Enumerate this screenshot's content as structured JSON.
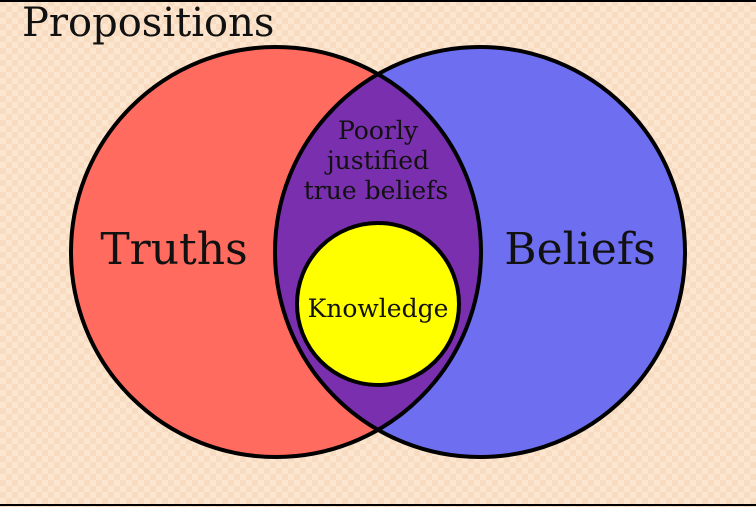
{
  "title": "Propositions",
  "sets": {
    "truths": {
      "label": "Truths",
      "color": "#ff6b5e"
    },
    "beliefs": {
      "label": "Beliefs",
      "color": "#6e6ef0"
    },
    "overlap": {
      "color": "#7a2fae"
    },
    "knowledge": {
      "label": "Knowledge",
      "color": "#ffff00"
    }
  },
  "overlap_label": [
    "Poorly",
    "justified",
    "true beliefs"
  ],
  "colors": {
    "background": "#fde6cf",
    "outline": "#000000"
  }
}
